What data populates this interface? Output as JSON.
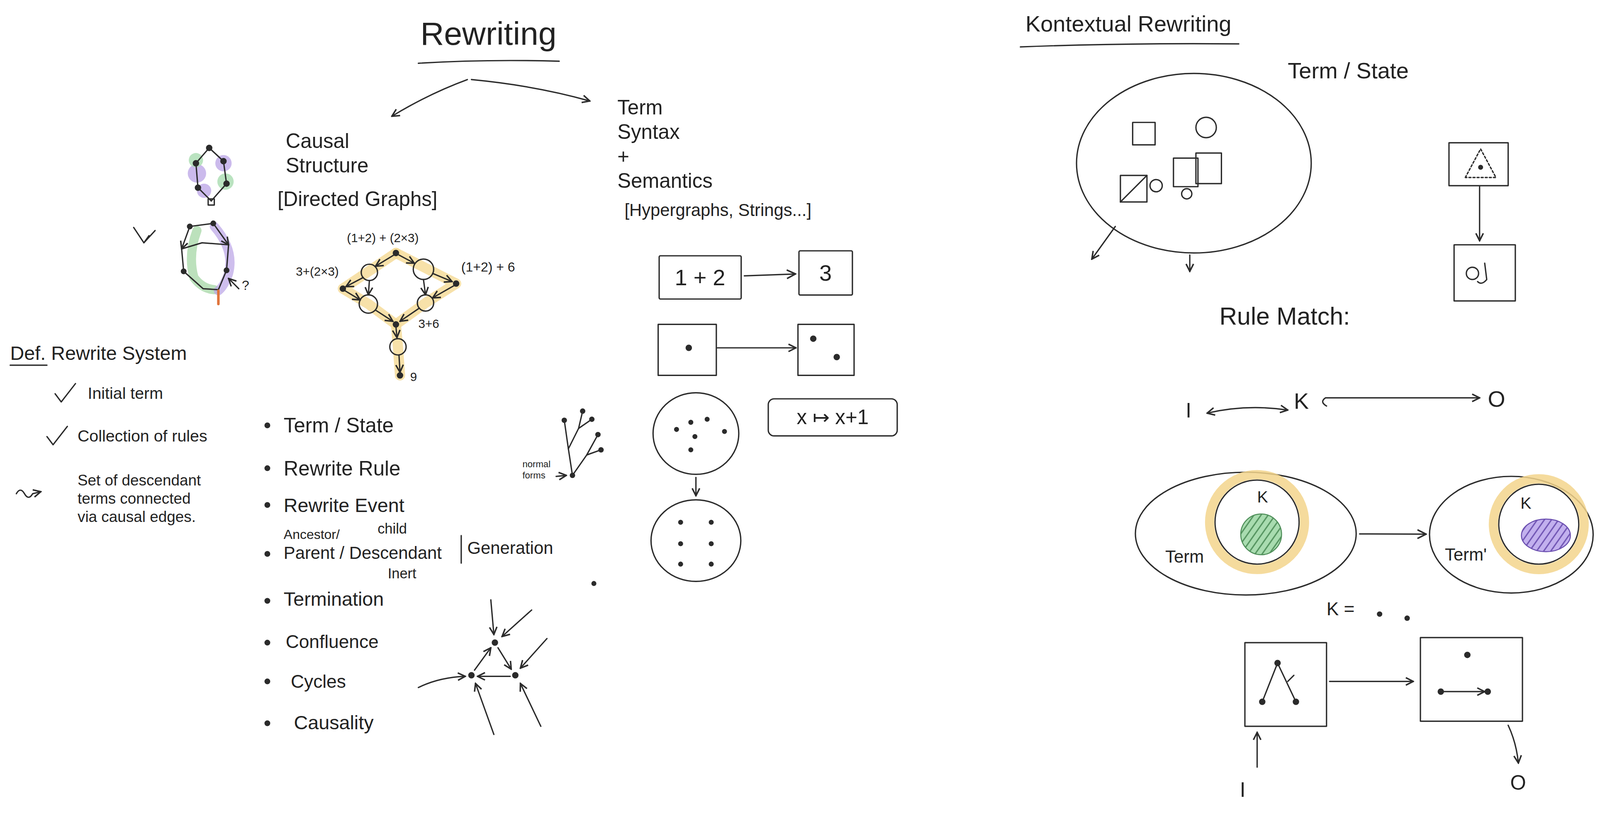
{
  "diagram": {
    "title": "Rewriting",
    "nodes": [
      {
        "text": [
          "1 + 2"
        ]
      },
      {
        "text": [
          "3"
        ]
      },
      {
        "text": [
          "x ↦ x+1"
        ]
      },
      {
        "text": [
          "Term"
        ]
      },
      {
        "text": [
          "K"
        ],
        "in": 3
      },
      {
        "text": [
          "Term'"
        ]
      },
      {
        "text": [
          "K"
        ],
        "in": 5
      }
    ],
    "edges": [
      {
        "from": 0,
        "to": 1,
        "arrow": "to"
      },
      {
        "from": 3,
        "to": 5,
        "arrow": "to"
      }
    ],
    "labels": [
      "Kontextual Rewriting",
      "Causal Structure",
      "[Directed Graphs]",
      "Term Syntax + Semantics",
      "[Hypergraphs, Strings...]",
      "(1+2) + (2×3)",
      "3+(2×3)",
      "(1+2) + 6",
      "3+6",
      "9",
      "?",
      "Def. Rewrite System",
      "Initial term",
      "Collection of rules",
      "Set of descendant terms connected via causal edges.",
      "Term / State",
      "Rewrite Rule",
      "Rewrite Event",
      "child",
      "Ancestor/",
      "Parent / Descendant",
      "Inert",
      "Generation",
      "Termination",
      "Confluence",
      "Cycles",
      "Causality",
      "normal forms",
      "Term / State",
      "Rule Match:",
      "I",
      "K",
      "O",
      "K =",
      "I",
      "O"
    ]
  }
}
